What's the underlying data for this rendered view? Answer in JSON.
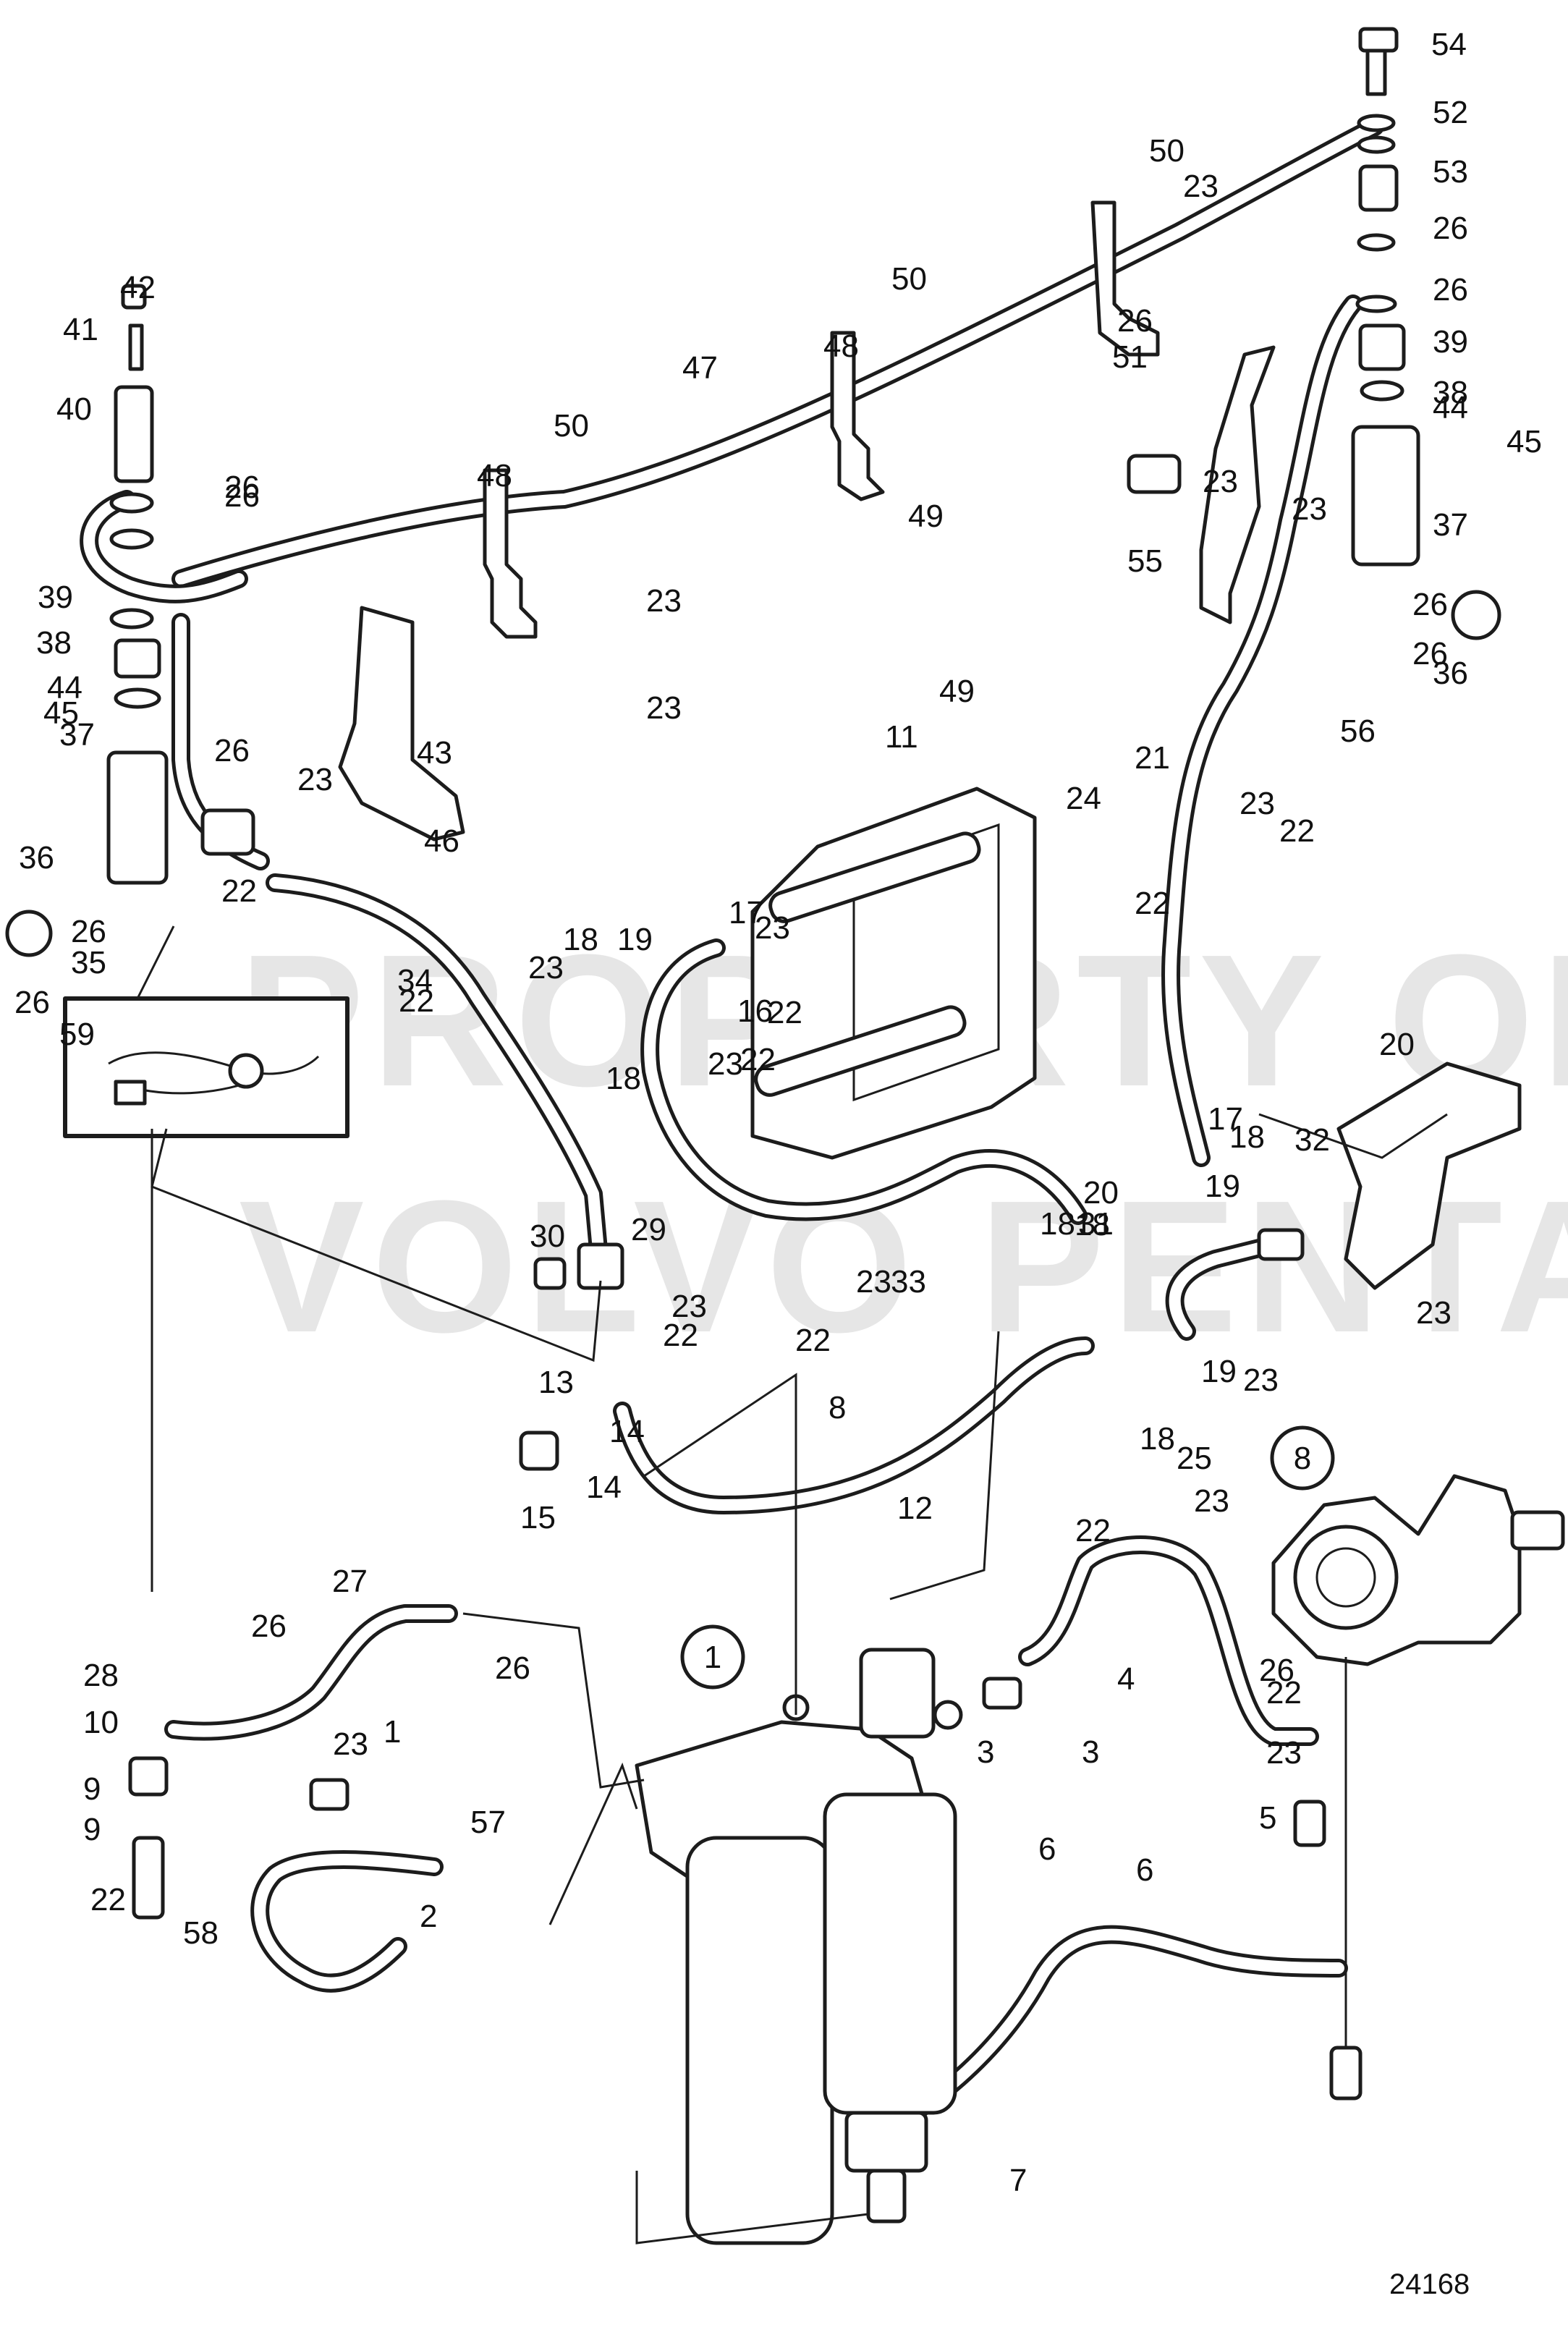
{
  "drawing_number": "24168",
  "watermark": {
    "line1": "PROPERTY OF",
    "line2": "VOLVO PENTA"
  },
  "circled_labels": [
    "1",
    "8"
  ],
  "part_labels": [
    "54",
    "52",
    "53",
    "26",
    "26",
    "39",
    "38",
    "45",
    "44",
    "37",
    "36",
    "26",
    "26",
    "56",
    "55",
    "23",
    "51",
    "26",
    "50",
    "50",
    "50",
    "23",
    "23",
    "48",
    "48",
    "47",
    "49",
    "49",
    "23",
    "23",
    "42",
    "41",
    "40",
    "26",
    "26",
    "39",
    "38",
    "44",
    "45",
    "37",
    "36",
    "26",
    "26",
    "35",
    "26",
    "23",
    "22",
    "43",
    "46",
    "34",
    "22",
    "23",
    "59",
    "11",
    "24",
    "21",
    "22",
    "22",
    "23",
    "23",
    "17",
    "18",
    "19",
    "18",
    "16",
    "22",
    "23",
    "22",
    "23",
    "33",
    "20",
    "32",
    "19",
    "17",
    "18",
    "18",
    "20",
    "23",
    "13",
    "14",
    "15",
    "14",
    "12",
    "22",
    "23",
    "19",
    "18",
    "18",
    "31",
    "30",
    "29",
    "23",
    "22",
    "8",
    "25",
    "22",
    "23",
    "26",
    "26",
    "27",
    "26",
    "28",
    "10",
    "9",
    "9",
    "22",
    "23",
    "1",
    "57",
    "58",
    "2",
    "3",
    "3",
    "4",
    "22",
    "23",
    "5",
    "6",
    "6",
    "7"
  ]
}
